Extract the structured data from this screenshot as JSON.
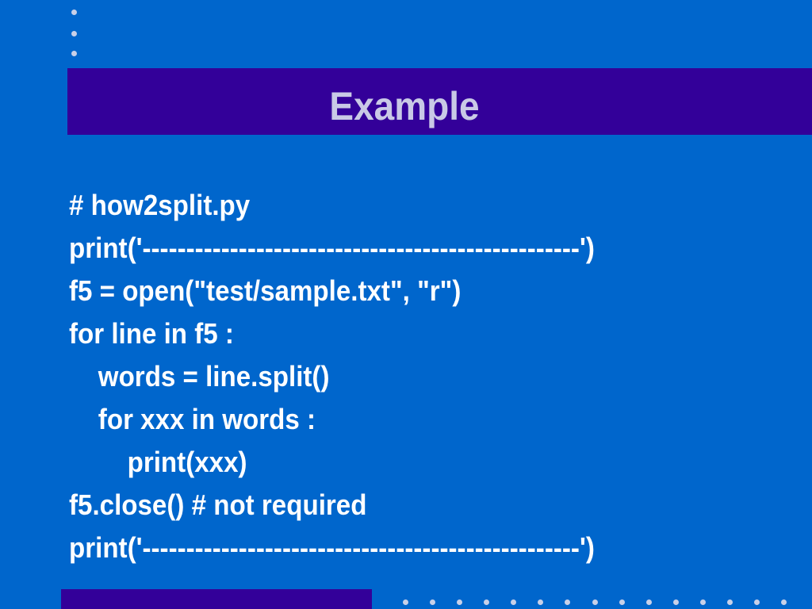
{
  "slide": {
    "title": "Example",
    "colors": {
      "background": "#0066cc",
      "bar": "#330099",
      "title_text": "#c9c9e6",
      "body_text": "#ffffff",
      "dots": "#c8d0e8"
    },
    "code_lines": [
      "# how2split.py",
      "print('--------------------------------------------------')",
      "f5 = open(\"test/sample.txt\", \"r\")",
      "for line in f5 :",
      "    words = line.split()",
      "    for xxx in words :",
      "        print(xxx)",
      "f5.close() # not required",
      "print('--------------------------------------------------')"
    ]
  }
}
